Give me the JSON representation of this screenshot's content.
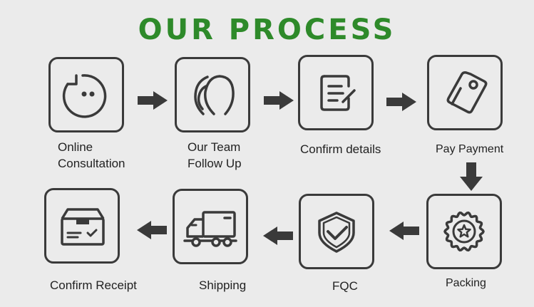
{
  "title": "OUR PROCESS",
  "colors": {
    "title": "#2e8a2a",
    "stroke": "#3a3a3a",
    "background": "#ebebeb"
  },
  "steps": [
    {
      "icon": "chat-bubble-icon",
      "label_lines": [
        "Online",
        "Consultation"
      ]
    },
    {
      "icon": "team-heads-icon",
      "label_lines": [
        "Our Team",
        "Follow Up"
      ]
    },
    {
      "icon": "document-edit-icon",
      "label_lines": [
        "Confirm details"
      ]
    },
    {
      "icon": "price-tag-icon",
      "label_lines": [
        "Pay Payment"
      ]
    },
    {
      "icon": "badge-star-icon",
      "label_lines": [
        "Packing"
      ]
    },
    {
      "icon": "shield-check-icon",
      "label_lines": [
        "FQC"
      ]
    },
    {
      "icon": "delivery-truck-icon",
      "label_lines": [
        "Shipping"
      ]
    },
    {
      "icon": "package-box-icon",
      "label_lines": [
        "Confirm Receipt"
      ]
    }
  ]
}
